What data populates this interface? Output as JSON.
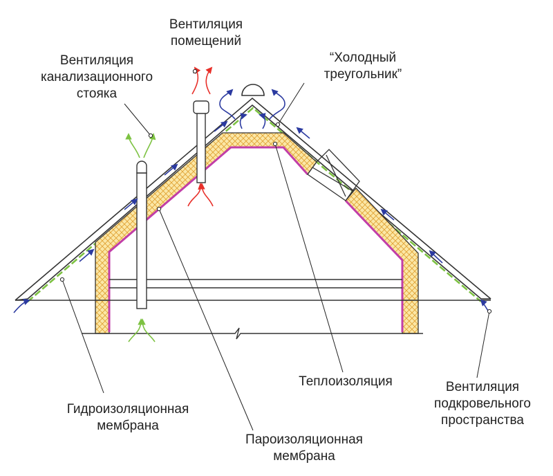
{
  "labels": {
    "room_vent": [
      "Вентиляция",
      "помещений"
    ],
    "sewer_vent": [
      "Вентиляция",
      "канализационного",
      "стояка"
    ],
    "cold_triangle": [
      "“Холодный",
      "треугольник”"
    ],
    "insulation": [
      "Теплоизоляция"
    ],
    "underroof_vent": [
      "Вентиляция",
      "подкровельного",
      "пространства"
    ],
    "waterproof_membrane": [
      "Гидроизоляционная",
      "мембрана"
    ],
    "vapor_membrane": [
      "Пароизоляционная",
      "мембрана"
    ]
  },
  "colors": {
    "outline": "#333333",
    "membrane_green": "#7dc242",
    "vapor_magenta": "#c13ea8",
    "insulation_fill": "#fbe7a6",
    "insulation_hatch": "#e0a030",
    "airflow_blue": "#2b3aa0",
    "warm_air_red": "#e8302a",
    "fresh_air_green": "#7dc242"
  }
}
